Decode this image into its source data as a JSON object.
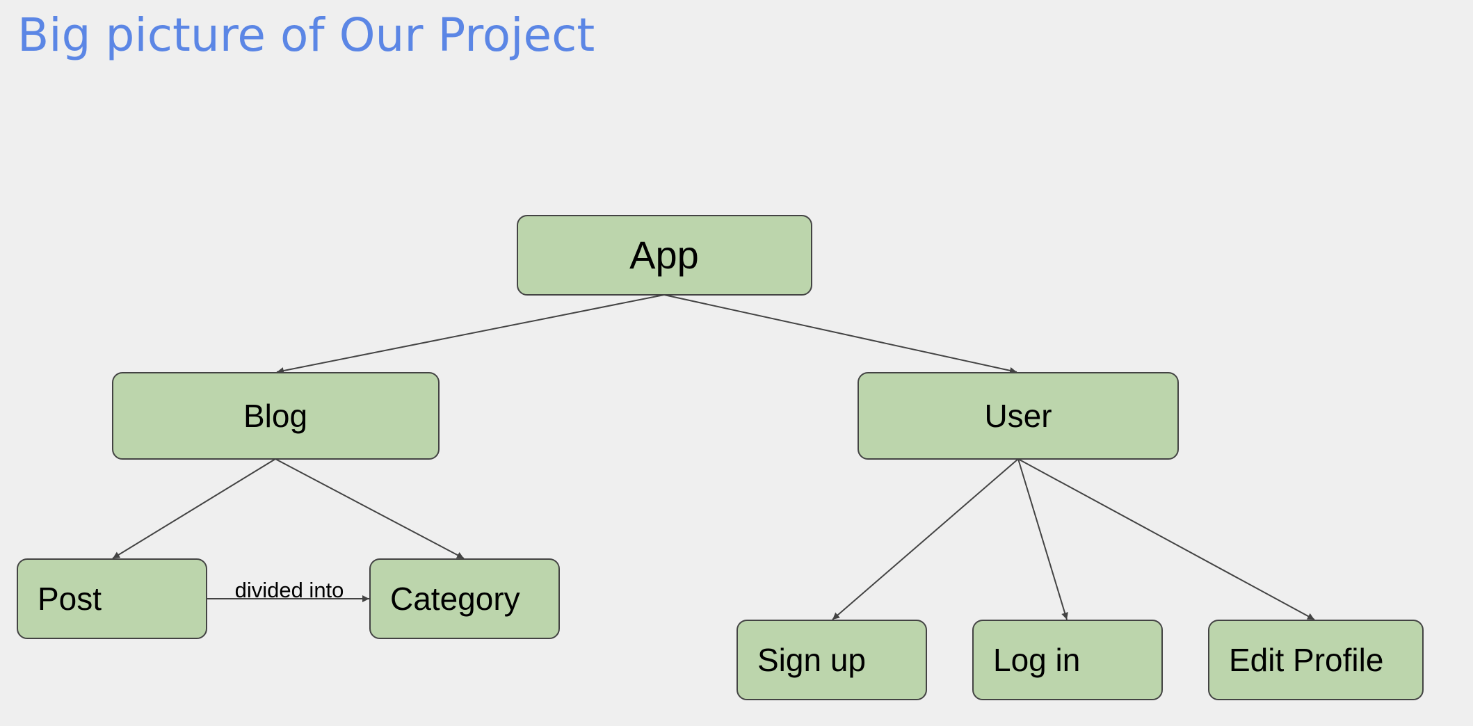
{
  "title": "Big picture of Our Project",
  "colors": {
    "title": "#5b86e5",
    "node_fill": "#bcd5ac",
    "node_stroke": "#434343",
    "edge": "#434343",
    "background": "#efefef"
  },
  "nodes": {
    "app": "App",
    "blog": "Blog",
    "user": "User",
    "post": "Post",
    "category": "Category",
    "signup": "Sign up",
    "login": "Log in",
    "edit_profile": "Edit Profile"
  },
  "edges": {
    "post_to_category": "divided into"
  }
}
